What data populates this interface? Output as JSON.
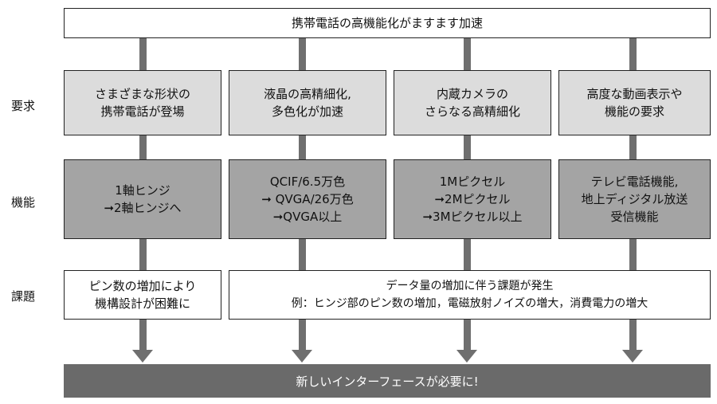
{
  "top": {
    "text": "携帯電話の高機能化がますます加速"
  },
  "row_labels": {
    "requirement": "要求",
    "function": "機能",
    "issue": "課題"
  },
  "requirements": [
    {
      "lines": [
        "さまざまな形状の",
        "携帯電話が登場"
      ]
    },
    {
      "lines": [
        "液晶の高精細化,",
        "多色化が加速"
      ]
    },
    {
      "lines": [
        "内蔵カメラの",
        "さらなる高精細化"
      ]
    },
    {
      "lines": [
        "高度な動画表示や",
        "機能の要求"
      ]
    }
  ],
  "functions": [
    {
      "lines": [
        "1軸ヒンジ",
        "➞2軸ヒンジへ"
      ]
    },
    {
      "lines": [
        "QCIF/6.5万色",
        "➞ QVGA/26万色",
        "➞QVGA以上"
      ]
    },
    {
      "lines": [
        "1Mピクセル",
        "➞2Mピクセル",
        "➞3Mピクセル以上"
      ]
    },
    {
      "lines": [
        "テレビ電話機能,",
        "地上ディジタル放送",
        "受信機能"
      ]
    }
  ],
  "issues": {
    "left": {
      "lines": [
        "ピン数の増加により",
        "機構設計が困難に"
      ]
    },
    "right": {
      "lines": [
        "データ量の増加に伴う課題が発生",
        "例：ヒンジ部のピン数の増加，電磁放射ノイズの増大，消費電力の増大"
      ]
    }
  },
  "bottom": {
    "text": "新しいインターフェースが必要に!"
  }
}
